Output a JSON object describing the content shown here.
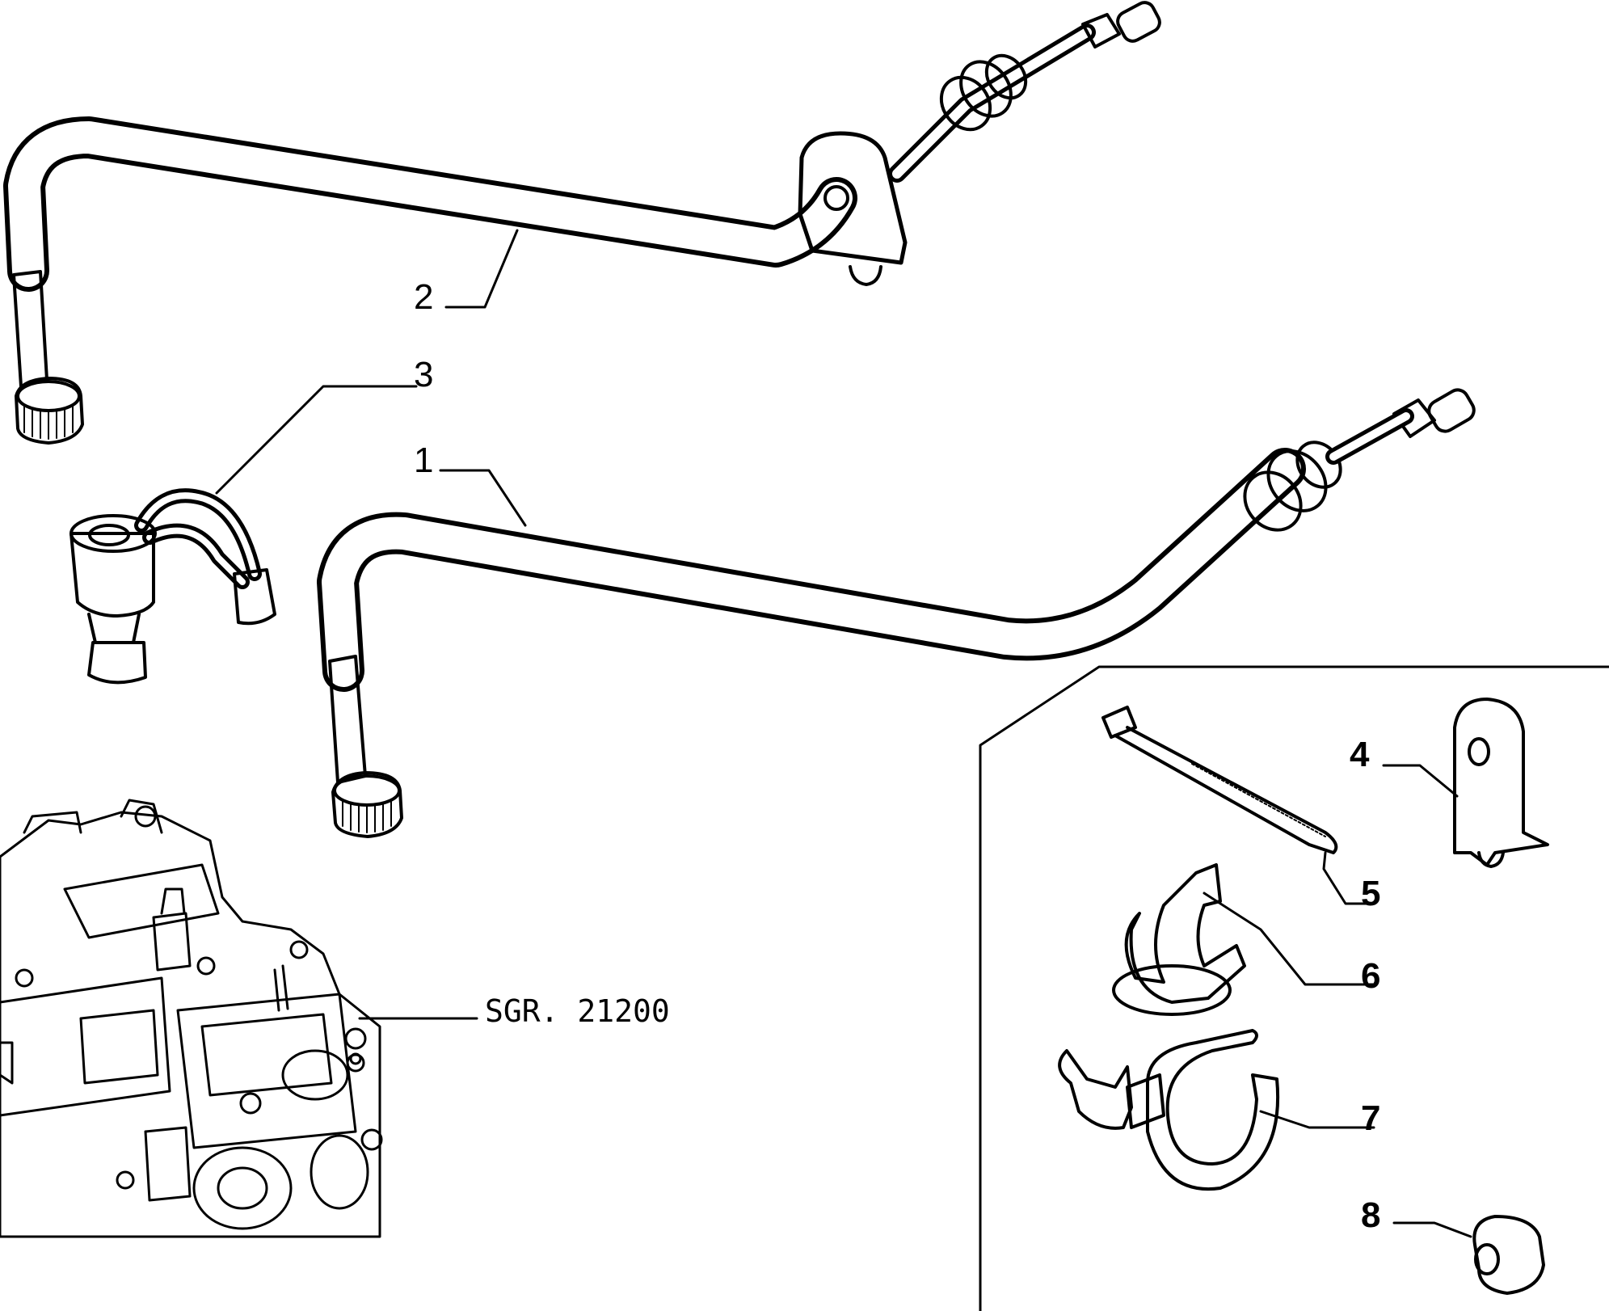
{
  "labels": {
    "l1": "1",
    "l2": "2",
    "l3": "3",
    "l4": "4",
    "l5": "5",
    "l6": "6",
    "l7": "7",
    "l8": "8"
  },
  "reference": "SGR. 21200"
}
